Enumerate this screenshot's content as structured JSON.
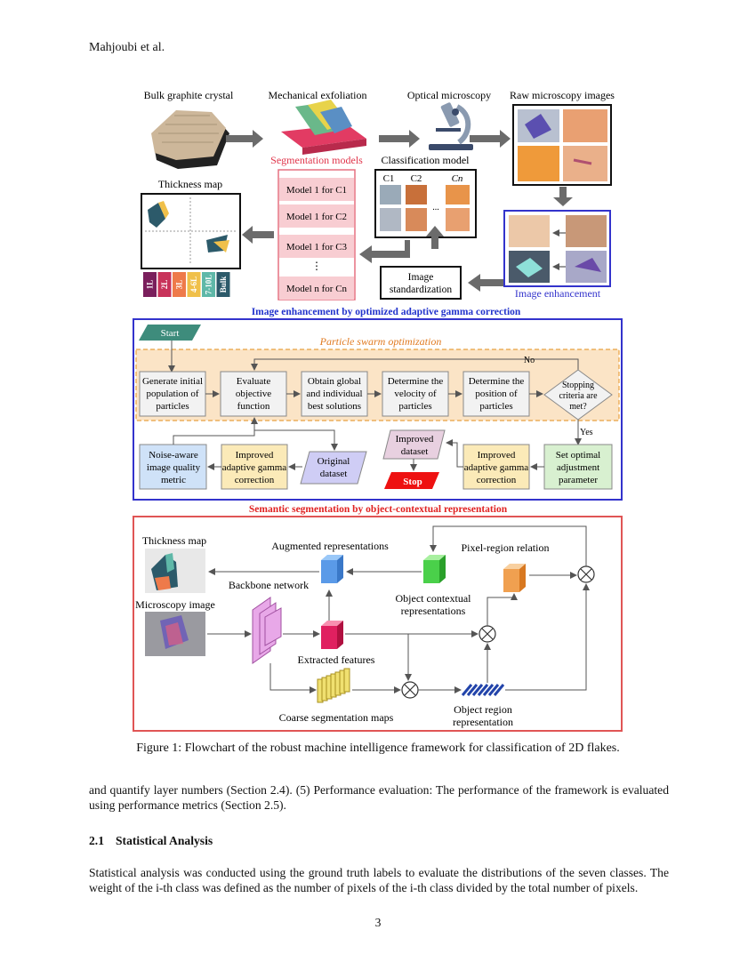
{
  "header": {
    "author": "Mahjoubi et al."
  },
  "top": {
    "bulk": "Bulk graphite crystal",
    "mech": "Mechanical exfoliation",
    "optical": "Optical microscopy",
    "raw": "Raw microscopy images",
    "seg_title": "Segmentation models",
    "seg_models": [
      "Model 1 for C1",
      "Model 1 for C2",
      "Model 1 for C3",
      "⋮",
      "Model n for Cn"
    ],
    "class_title": "Classification model",
    "class_labels": [
      "C1",
      "C2",
      "Cn"
    ],
    "class_dots": "...",
    "thickness": "Thickness map",
    "legend": [
      {
        "label": "1L",
        "color": "#7a1f5c"
      },
      {
        "label": "2L",
        "color": "#c8335a"
      },
      {
        "label": "3L",
        "color": "#ee7a4a"
      },
      {
        "label": "4-6L",
        "color": "#f0c04a"
      },
      {
        "label": "7-10L",
        "color": "#5fb8a8"
      },
      {
        "label": "Bulk",
        "color": "#2c5a6a"
      }
    ],
    "standardization": [
      "Image",
      "standardization"
    ],
    "enhancement": "Image enhancement"
  },
  "gamma": {
    "title": "Image enhancement by optimized adaptive gamma correction",
    "start": "Start",
    "pso": "Particle swarm optimization",
    "no": "No",
    "yes": "Yes",
    "steps": [
      [
        "Generate initial",
        "population of",
        "particles"
      ],
      [
        "Evaluate",
        "objective",
        "function"
      ],
      [
        "Obtain global",
        "and individual",
        "best solutions"
      ],
      [
        "Determine the",
        "velocity of",
        "particles"
      ],
      [
        "Determine the",
        "position of",
        "particles"
      ]
    ],
    "diamond": [
      "Stopping",
      "criteria are",
      "met?"
    ],
    "noise": [
      "Noise-aware",
      "image quality",
      "metric"
    ],
    "improved": [
      "Improved",
      "adaptive gamma",
      "correction"
    ],
    "original": [
      "Original",
      "dataset"
    ],
    "improved_dataset": [
      "Improved",
      "dataset"
    ],
    "stop": "Stop",
    "setopt": [
      "Set optimal",
      "adjustment",
      "parameter"
    ]
  },
  "seg": {
    "title": "Semantic segmentation by object-contextual representation",
    "thickness": "Thickness map",
    "microscopy": "Microscopy image",
    "backbone": "Backbone network",
    "augmented": "Augmented representations",
    "pixel_region": "Pixel-region relation",
    "object_ctx": [
      "Object contextual",
      "representations"
    ],
    "extracted": "Extracted features",
    "coarse": "Coarse segmentation maps",
    "object_region": [
      "Object region",
      "representation"
    ]
  },
  "caption": "Figure 1: Flowchart of the robust machine intelligence framework for classification of 2D flakes.",
  "body": {
    "para1": "and quantify layer numbers (Section 2.4). (5) Performance evaluation: The performance of the framework is evaluated using performance metrics (Section 2.5).",
    "section_num": "2.1",
    "section_title": "Statistical Analysis",
    "para2": "Statistical analysis was conducted using the ground truth labels to evaluate the distributions of the seven classes. The weight of the i-th class was defined as the number of pixels of the i-th class divided by the total number of pixels."
  },
  "page_number": "3"
}
